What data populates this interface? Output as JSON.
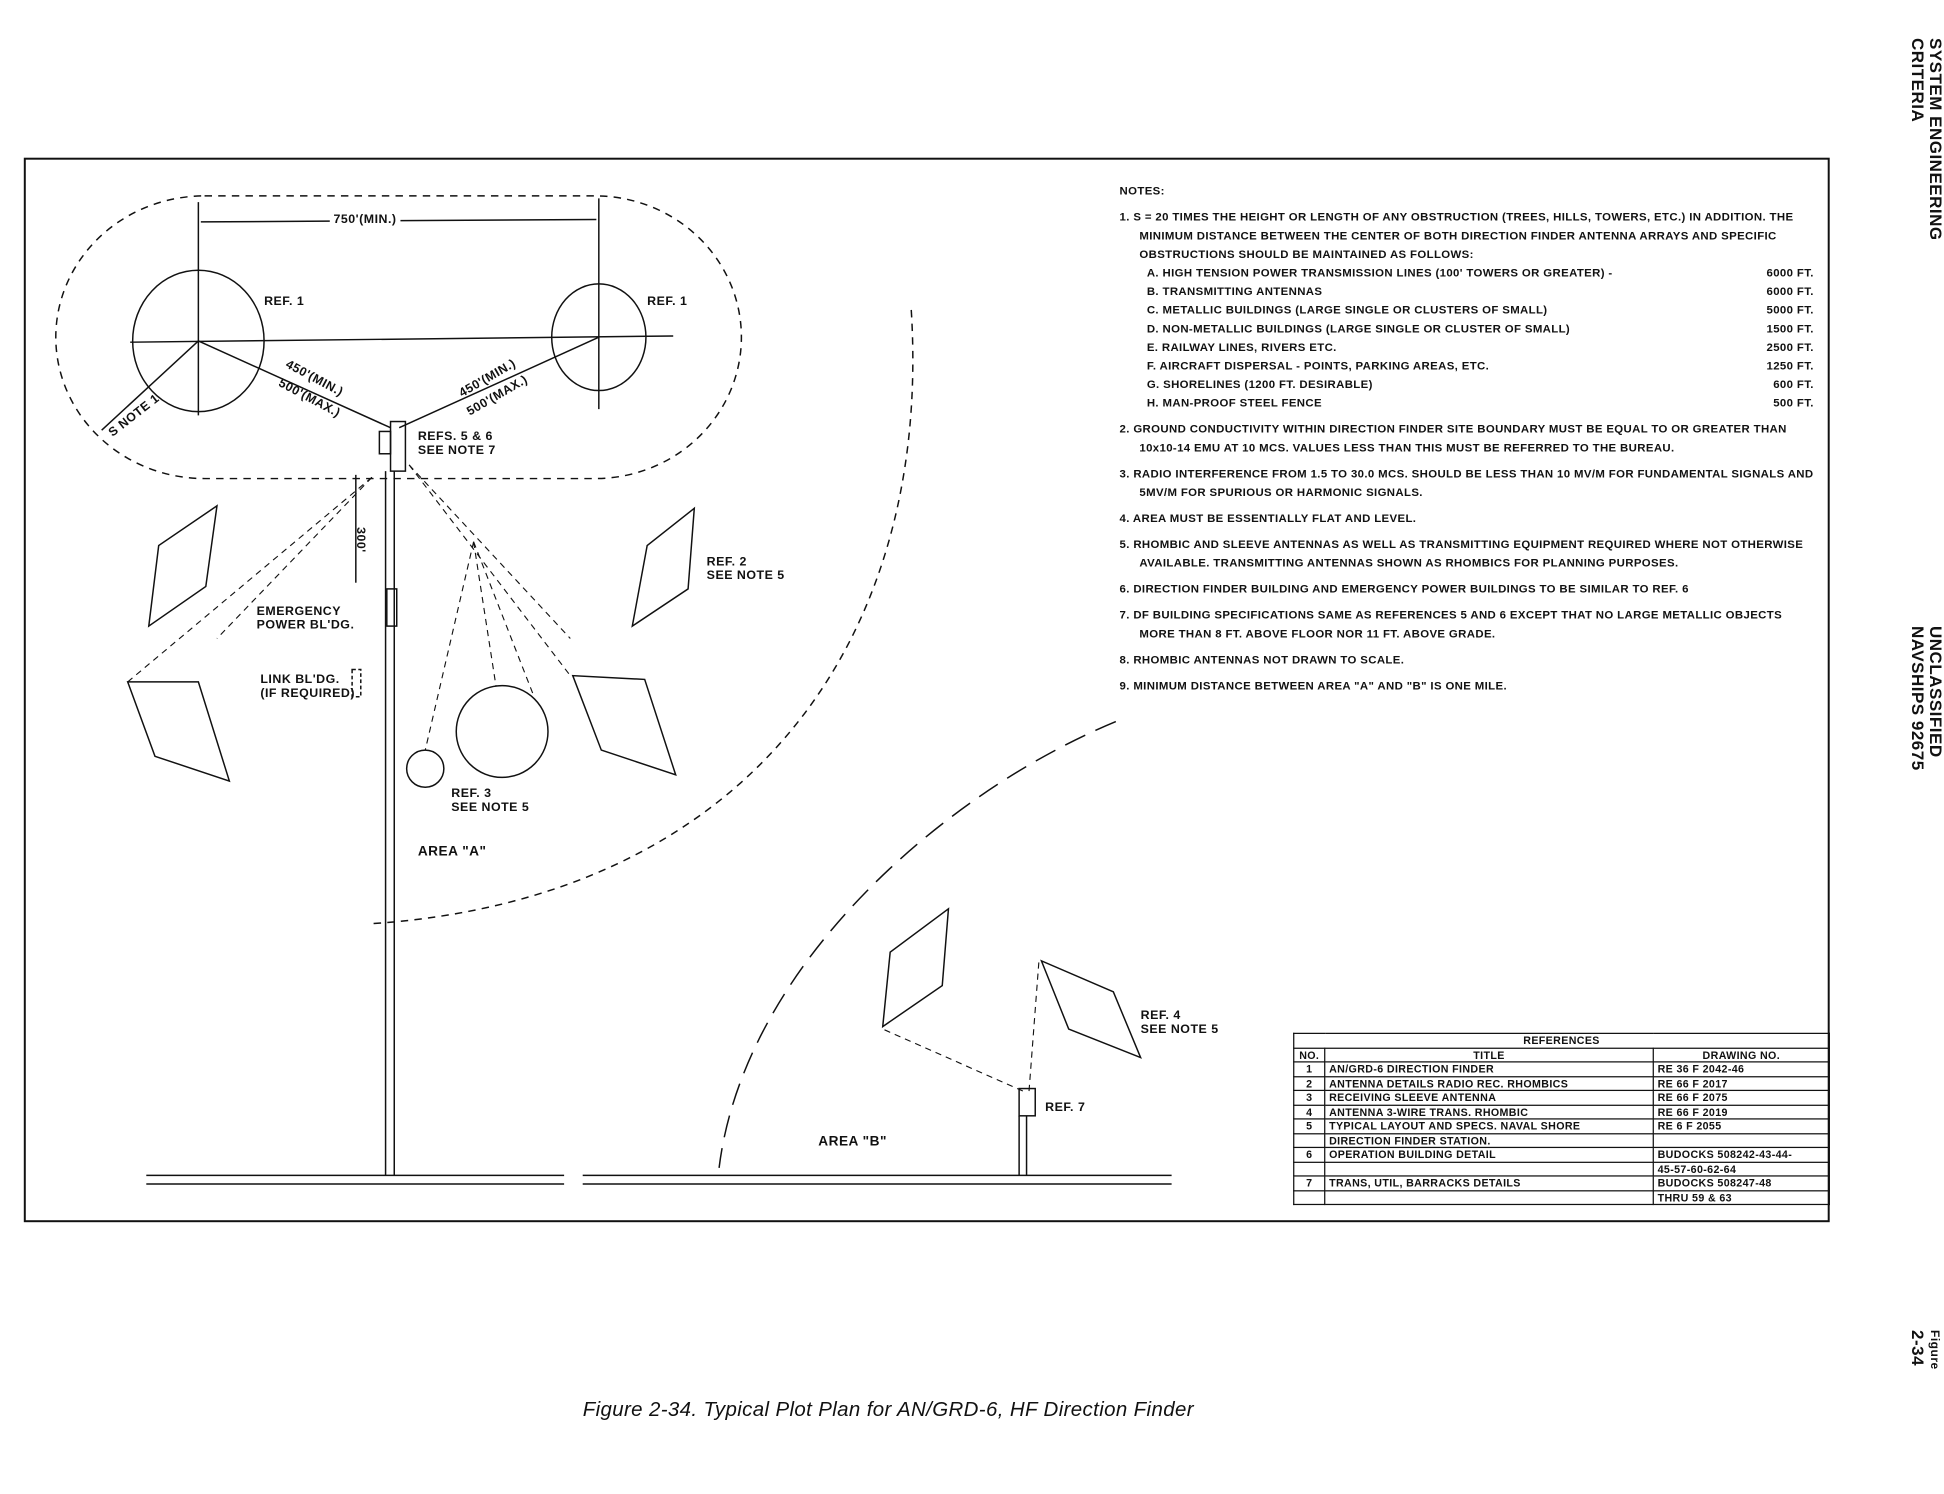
{
  "margin": {
    "top": [
      "SYSTEM ENGINEERING",
      "CRITERIA"
    ],
    "middle": [
      "UNCLASSIFIED",
      "NAVSHIPS 92675"
    ],
    "bottom": [
      "Figure",
      "2-34"
    ]
  },
  "caption": "Figure 2-34.  Typical Plot Plan for AN/GRD-6, HF Direction Finder",
  "diagram": {
    "dim_750": "750'(MIN.)",
    "ref1_left": "REF. 1",
    "ref1_right": "REF. 1",
    "s_note": "S NOTE 1",
    "dim_450_left": "450'(MIN.)",
    "dim_500_left": "500'(MAX.)",
    "dim_450_right": "450'(MIN.)",
    "dim_500_right": "500'(MAX.)",
    "refs56": [
      "REFS. 5 & 6",
      "SEE NOTE 7"
    ],
    "dim_300": "300'",
    "emergency": [
      "EMERGENCY",
      "POWER BL'DG."
    ],
    "link": [
      "LINK BL'DG.",
      "(IF REQUIRED)"
    ],
    "ref2": [
      "REF. 2",
      "SEE NOTE 5"
    ],
    "ref3": [
      "REF. 3",
      "SEE NOTE 5"
    ],
    "ref4": [
      "REF. 4",
      "SEE NOTE 5"
    ],
    "ref7": "REF. 7",
    "area_a": "AREA \"A\"",
    "area_b": "AREA \"B\""
  },
  "notes": {
    "title": "NOTES:",
    "n1": "1. S = 20 TIMES THE HEIGHT OR LENGTH OF ANY OBSTRUCTION (TREES, HILLS, TOWERS, ETC.) IN ADDITION. THE MINIMUM DISTANCE BETWEEN THE CENTER OF BOTH DIRECTION FINDER ANTENNA ARRAYS AND SPECIFIC OBSTRUCTIONS SHOULD BE MAINTAINED AS FOLLOWS:",
    "items": [
      {
        "label": "A. HIGH TENSION POWER TRANSMISSION LINES (100' TOWERS OR GREATER) -",
        "value": "6000 FT."
      },
      {
        "label": "B. TRANSMITTING ANTENNAS",
        "value": "6000 FT."
      },
      {
        "label": "C. METALLIC BUILDINGS (LARGE SINGLE OR CLUSTERS OF SMALL)",
        "value": "5000 FT."
      },
      {
        "label": "D. NON-METALLIC BUILDINGS (LARGE SINGLE OR CLUSTER OF SMALL)",
        "value": "1500 FT."
      },
      {
        "label": "E. RAILWAY LINES, RIVERS ETC.",
        "value": "2500 FT."
      },
      {
        "label": "F. AIRCRAFT DISPERSAL - POINTS, PARKING AREAS, ETC.",
        "value": "1250 FT."
      },
      {
        "label": "G. SHORELINES (1200 FT. DESIRABLE)",
        "value": "600 FT."
      },
      {
        "label": "H. MAN-PROOF STEEL FENCE",
        "value": "500 FT."
      }
    ],
    "n2": "2. GROUND CONDUCTIVITY WITHIN DIRECTION FINDER SITE BOUNDARY MUST BE EQUAL TO OR GREATER THAN 10x10-14 EMU AT 10 MCS. VALUES LESS THAN THIS MUST BE REFERRED TO THE BUREAU.",
    "n3": "3. RADIO INTERFERENCE FROM 1.5 TO 30.0 MCS. SHOULD BE LESS THAN 10 MV/M FOR FUNDAMENTAL SIGNALS AND 5MV/M FOR SPURIOUS OR HARMONIC SIGNALS.",
    "n4": "4. AREA MUST BE ESSENTIALLY FLAT AND LEVEL.",
    "n5": "5. RHOMBIC AND SLEEVE ANTENNAS AS WELL AS TRANSMITTING EQUIPMENT REQUIRED WHERE NOT OTHERWISE AVAILABLE. TRANSMITTING ANTENNAS SHOWN AS RHOMBICS FOR PLANNING PURPOSES.",
    "n6": "6. DIRECTION FINDER BUILDING AND EMERGENCY POWER BUILDINGS TO BE SIMILAR TO REF. 6",
    "n7": "7. DF BUILDING SPECIFICATIONS SAME AS REFERENCES 5 AND 6 EXCEPT THAT NO LARGE METALLIC OBJECTS MORE THAN 8 FT. ABOVE FLOOR NOR 11 FT. ABOVE GRADE.",
    "n8": "8. RHOMBIC ANTENNAS NOT DRAWN TO SCALE.",
    "n9": "9. MINIMUM DISTANCE BETWEEN AREA \"A\" AND \"B\" IS ONE MILE."
  },
  "references": {
    "title": "REFERENCES",
    "headers": [
      "NO.",
      "TITLE",
      "DRAWING NO."
    ],
    "rows": [
      [
        "1",
        "AN/GRD-6 DIRECTION FINDER",
        "RE 36 F 2042-46"
      ],
      [
        "2",
        "ANTENNA DETAILS RADIO REC. RHOMBICS",
        "RE 66 F 2017"
      ],
      [
        "3",
        "RECEIVING SLEEVE ANTENNA",
        "RE 66 F 2075"
      ],
      [
        "4",
        "ANTENNA 3-WIRE TRANS. RHOMBIC",
        "RE 66 F 2019"
      ],
      [
        "5",
        "TYPICAL LAYOUT AND SPECS. NAVAL SHORE",
        "RE 6 F 2055"
      ],
      [
        "",
        "DIRECTION FINDER STATION.",
        ""
      ],
      [
        "6",
        "OPERATION BUILDING DETAIL",
        "BUDOCKS 508242-43-44-"
      ],
      [
        "",
        "",
        "45-57-60-62-64"
      ],
      [
        "7",
        "TRANS, UTIL, BARRACKS DETAILS",
        "BUDOCKS 508247-48"
      ],
      [
        "",
        "",
        "THRU 59 & 63"
      ]
    ]
  }
}
